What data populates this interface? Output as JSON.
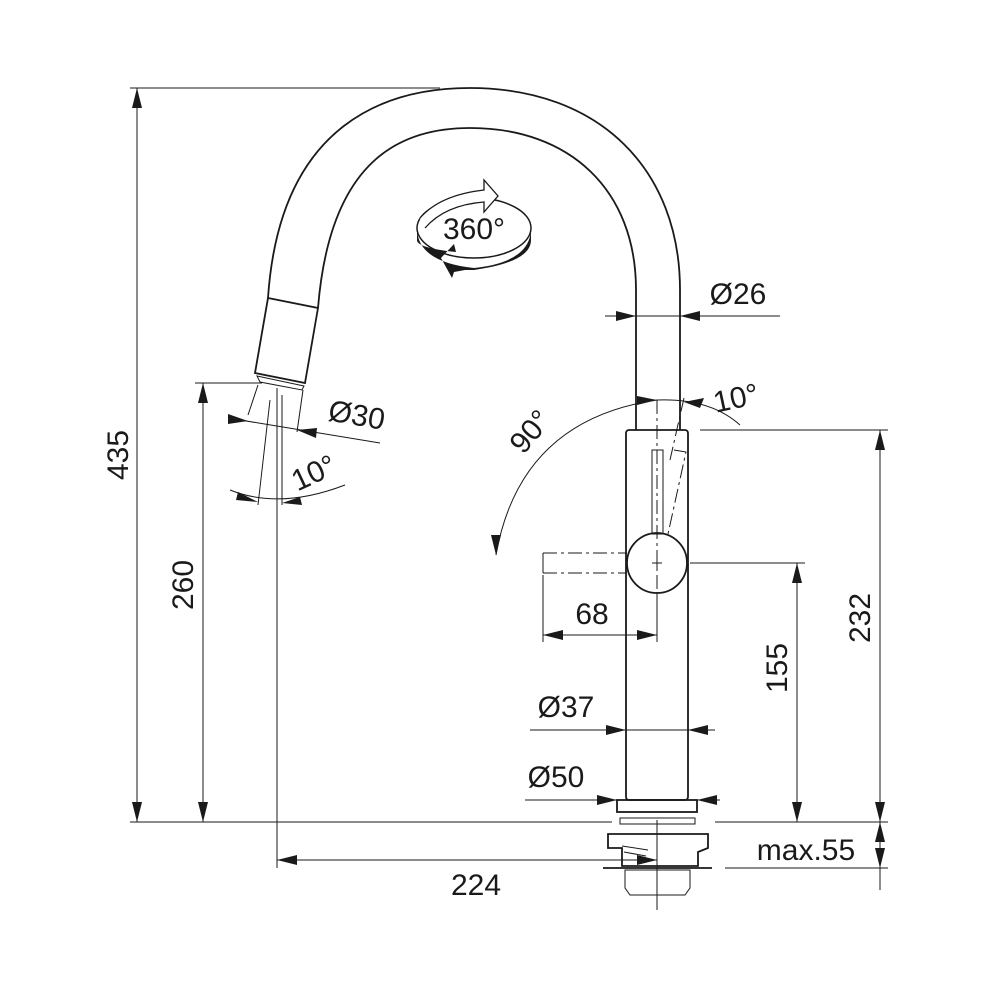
{
  "title": "Faucet technical dimension drawing",
  "rotation_label": "360°",
  "dimensions": {
    "total_height": "435",
    "spout_height": "260",
    "body_height": "232",
    "lever_height": "155",
    "reach": "224",
    "lever_length": "68",
    "spout_diameter": "Ø26",
    "nozzle_diameter": "Ø30",
    "body_diameter": "Ø37",
    "base_diameter": "Ø50",
    "mount_thickness": "max.55",
    "nozzle_angle": "10°",
    "lever_angle": "90°",
    "lever_back_angle": "10°"
  }
}
